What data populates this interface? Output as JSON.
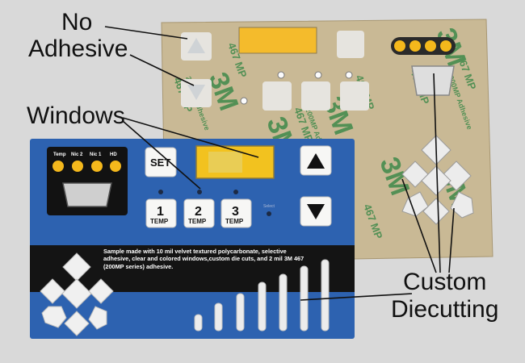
{
  "callouts": {
    "no_adhesive_line1": "No",
    "no_adhesive_line2": "Adhesive",
    "windows": "Windows",
    "custom_line1": "Custom",
    "custom_line2": "Diecutting"
  },
  "back_panel": {
    "watermark_brand": "3M",
    "watermark_model": "467 MP",
    "watermark_sub": "200MP Adhesive"
  },
  "front_panel": {
    "led_labels": [
      "Temp",
      "Nic 2",
      "Nic 1",
      "HD"
    ],
    "set_key": "SET",
    "temp_keys": [
      {
        "number": "1",
        "label": "TEMP"
      },
      {
        "number": "2",
        "label": "TEMP"
      },
      {
        "number": "3",
        "label": "TEMP"
      }
    ],
    "select_label": "Select",
    "description": "Sample made with 10 mil velvet textured polycarbonate, selective adhesive, clear and colored windows,custom die cuts, and 2 mil 3M 467 (200MP series) adhesive."
  },
  "colors": {
    "background": "#d9d9d9",
    "panel_blue": "#2c63b0",
    "band_black": "#141414",
    "window_yellow": "#f2c21f",
    "led_yellow": "#f4b81c",
    "back_tan": "#c8b896",
    "watermark_green": "#3f8a4a"
  }
}
